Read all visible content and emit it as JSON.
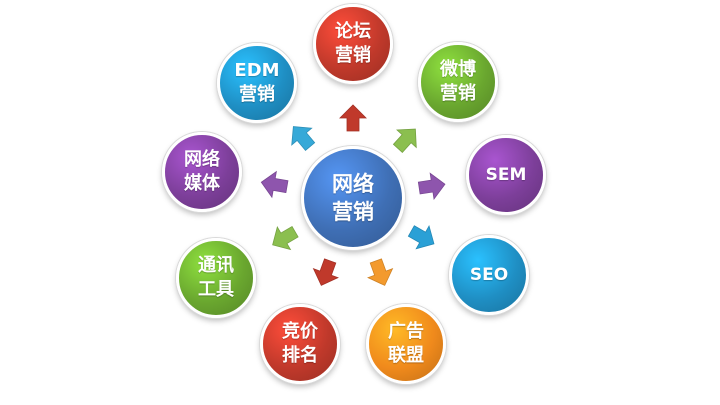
{
  "center": {
    "label": "网络\n营销",
    "color": "#3f6fb5"
  },
  "nodes": [
    {
      "key": "luntan",
      "label": "论坛\n营销",
      "color": "#c0392b",
      "arrow_color": "#c0392b"
    },
    {
      "key": "weibo",
      "label": "微博\n营销",
      "color": "#6aa72f",
      "arrow_color": "#8bbf4f"
    },
    {
      "key": "sem",
      "label": "SEM",
      "color": "#7d3f9a",
      "arrow_color": "#8e55ad"
    },
    {
      "key": "seo",
      "label": "SEO",
      "color": "#1f8fc4",
      "arrow_color": "#2aa0d6"
    },
    {
      "key": "guanggao",
      "label": "广告\n联盟",
      "color": "#f08a1c",
      "arrow_color": "#f39a2e"
    },
    {
      "key": "jingjia",
      "label": "竞价\n排名",
      "color": "#c0392b",
      "arrow_color": "#c0392b"
    },
    {
      "key": "tongxun",
      "label": "通讯\n工具",
      "color": "#6aa72f",
      "arrow_color": "#8bbf4f"
    },
    {
      "key": "meiti",
      "label": "网络\n媒体",
      "color": "#7d3f9a",
      "arrow_color": "#8e55ad"
    },
    {
      "key": "edm",
      "label": "EDM\n营销",
      "color": "#1f8fc4",
      "arrow_color": "#36a9d8"
    }
  ]
}
